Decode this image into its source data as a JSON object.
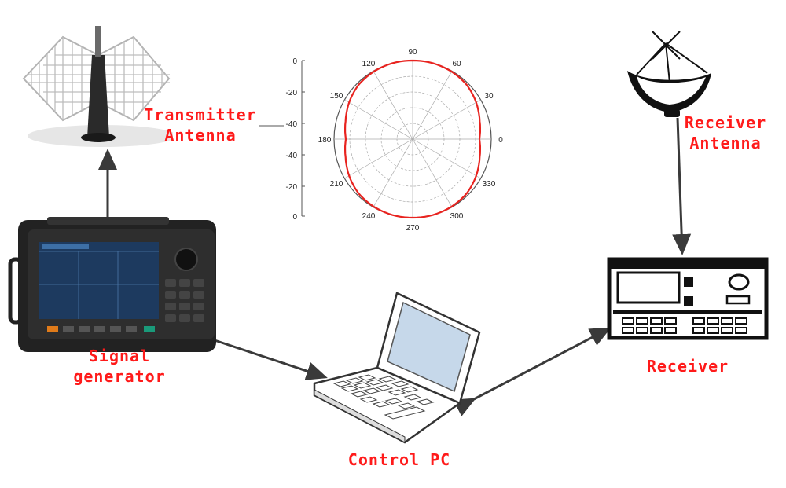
{
  "labels": {
    "transmitter_line1": "Transmitter",
    "transmitter_line2": "Antenna",
    "receiver_antenna_line1": "Receiver",
    "receiver_antenna_line2": "Antenna",
    "signal_line1": "Signal",
    "signal_line2": "generator",
    "control_pc": "Control PC",
    "receiver": "Receiver"
  },
  "colors": {
    "label": "#ff1a1a",
    "arrow": "#3a3a3a",
    "pattern": "#e8231f",
    "grid": "#888888"
  },
  "chart_data": {
    "type": "polar",
    "angle_ticks": [
      "90",
      "60",
      "30",
      "0",
      "330",
      "300",
      "270",
      "240",
      "210",
      "180",
      "150",
      "120"
    ],
    "radial_ticks_upper": [
      "0",
      "-20",
      "-40"
    ],
    "radial_ticks_lower": [
      "-40",
      "-20",
      "0"
    ],
    "rlim": [
      -60,
      0
    ],
    "series": [
      {
        "angles": [
          0,
          15,
          30,
          45,
          60,
          75,
          90,
          105,
          120,
          135,
          150,
          165,
          180,
          195,
          210,
          225,
          240,
          255,
          270,
          285,
          300,
          315,
          330,
          345
        ],
        "values": [
          -9,
          -7,
          -4,
          -1.5,
          -0.5,
          0,
          0,
          0,
          -0.5,
          -1.5,
          -4,
          -7,
          -9,
          -7,
          -4,
          -1.5,
          -0.5,
          0,
          0,
          0,
          -0.5,
          -1.5,
          -4,
          -7
        ]
      }
    ]
  }
}
